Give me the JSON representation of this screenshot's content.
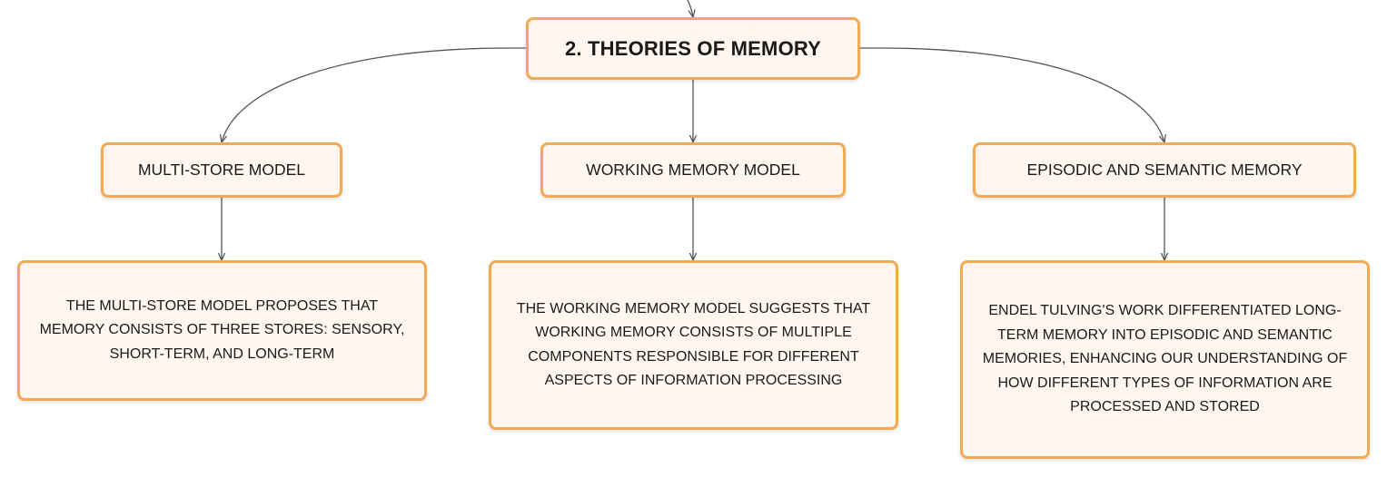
{
  "root": {
    "label": "2. THEORIES OF MEMORY"
  },
  "topics": [
    {
      "label": "MULTI-STORE MODEL",
      "detail": "THE MULTI-STORE MODEL PROPOSES THAT MEMORY CONSISTS OF THREE STORES: SENSORY, SHORT-TERM, AND LONG-TERM"
    },
    {
      "label": "WORKING MEMORY MODEL",
      "detail": "THE WORKING MEMORY MODEL SUGGESTS THAT WORKING MEMORY CONSISTS OF MULTIPLE COMPONENTS RESPONSIBLE FOR DIFFERENT ASPECTS OF INFORMATION PROCESSING"
    },
    {
      "label": "EPISODIC AND SEMANTIC MEMORY",
      "detail": "ENDEL TULVING'S WORK DIFFERENTIATED LONG-TERM MEMORY INTO EPISODIC AND SEMANTIC MEMORIES, ENHANCING OUR UNDERSTANDING OF HOW DIFFERENT TYPES OF INFORMATION ARE PROCESSED AND STORED"
    }
  ],
  "colors": {
    "node_border": "#f2aa55",
    "node_fill": "#fff7ef",
    "connector": "#555555",
    "text": "#1a1a1a"
  }
}
